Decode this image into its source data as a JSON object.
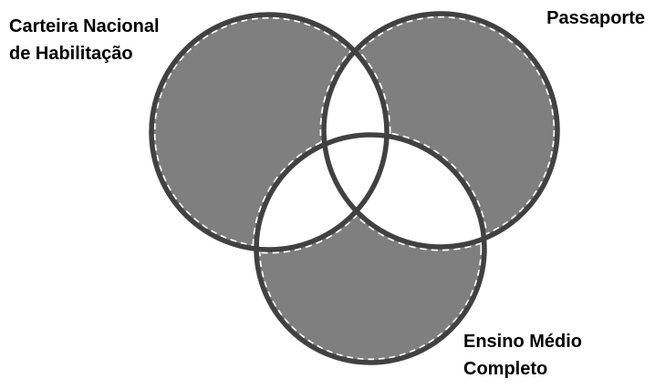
{
  "diagram": {
    "type": "venn-3",
    "sets": [
      {
        "id": "cnh",
        "name": "Carteira Nacional de Habilitação",
        "position": "top-left"
      },
      {
        "id": "passaporte",
        "name": "Passaporte",
        "position": "top-right"
      },
      {
        "id": "emc",
        "name": "Ensino Médio Completo",
        "position": "bottom-center"
      }
    ],
    "shading": "exclusive-regions-only",
    "overlap_regions_fill": "white"
  },
  "labels": {
    "cnh": {
      "line1": "Carteira Nacional",
      "line2": "de Habilitação"
    },
    "passaporte": {
      "line1": "Passaporte"
    },
    "emc": {
      "line1": "Ensino Médio",
      "line2": "Completo"
    }
  },
  "colors": {
    "bg": "#ffffff",
    "fill": "#7f7f7f",
    "stroke": "#414141",
    "edge": "#ffffff",
    "text": "#000000"
  }
}
